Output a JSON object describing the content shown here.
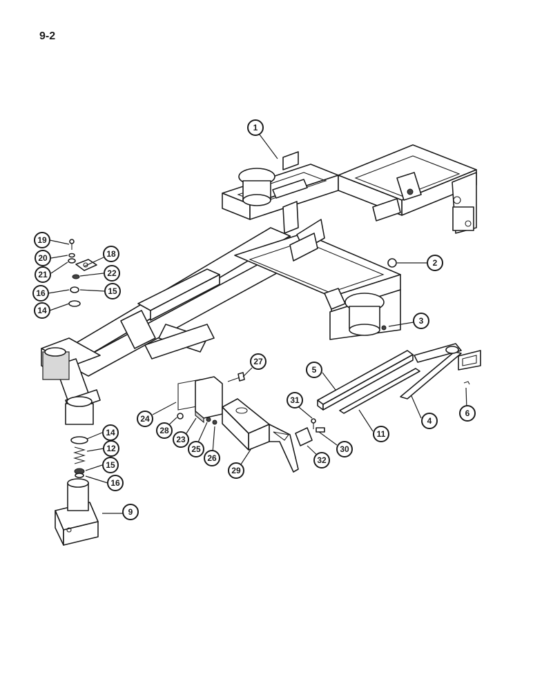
{
  "page": {
    "number": "9-2"
  },
  "callouts": [
    {
      "label": "1"
    },
    {
      "label": "2"
    },
    {
      "label": "3"
    },
    {
      "label": "4"
    },
    {
      "label": "5"
    },
    {
      "label": "6"
    },
    {
      "label": "9"
    },
    {
      "label": "11"
    },
    {
      "label": "12"
    },
    {
      "label": "14"
    },
    {
      "label": "15"
    },
    {
      "label": "16"
    },
    {
      "label": "14"
    },
    {
      "label": "15"
    },
    {
      "label": "16"
    },
    {
      "label": "18"
    },
    {
      "label": "19"
    },
    {
      "label": "20"
    },
    {
      "label": "21"
    },
    {
      "label": "22"
    },
    {
      "label": "23"
    },
    {
      "label": "24"
    },
    {
      "label": "25"
    },
    {
      "label": "26"
    },
    {
      "label": "27"
    },
    {
      "label": "28"
    },
    {
      "label": "29"
    },
    {
      "label": "30"
    },
    {
      "label": "31"
    },
    {
      "label": "32"
    }
  ]
}
